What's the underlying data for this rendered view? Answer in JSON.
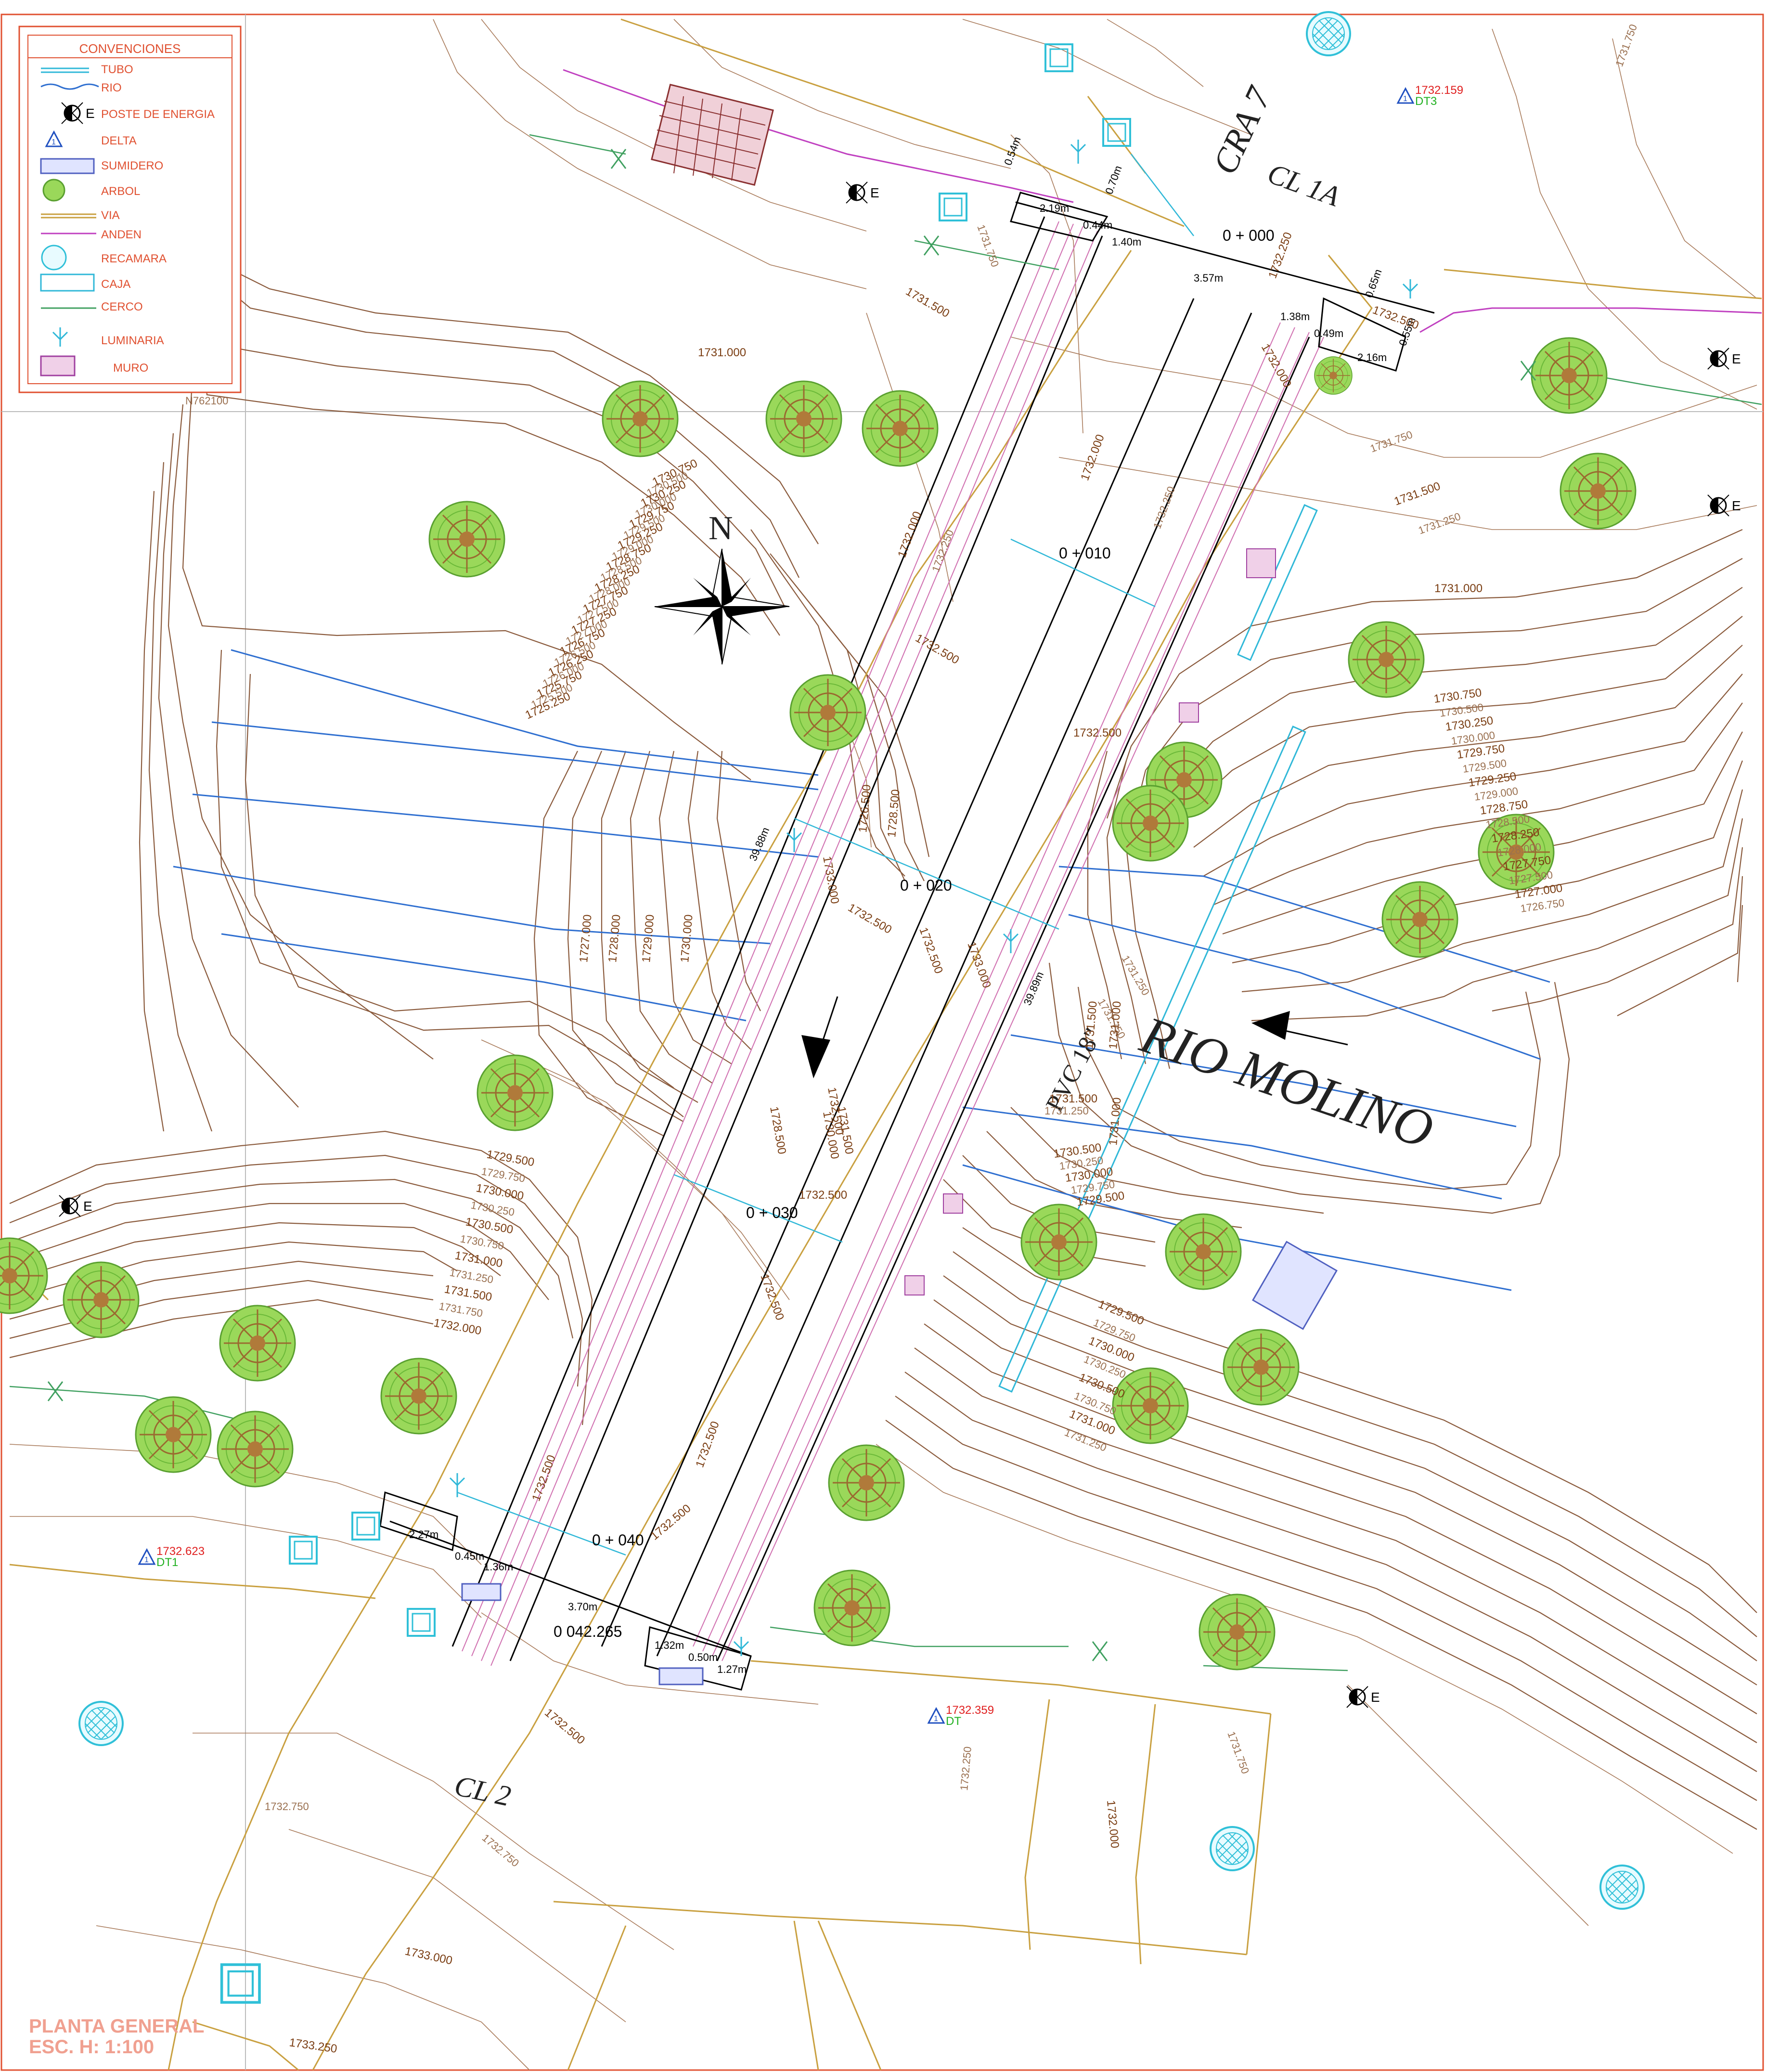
{
  "legend": {
    "title": "CONVENCIONES",
    "items": [
      {
        "icon": "tubo-line",
        "label": "TUBO"
      },
      {
        "icon": "rio-line",
        "label": "RIO"
      },
      {
        "icon": "energy-pole-icon",
        "label": "POSTE DE ENERGIA"
      },
      {
        "icon": "delta-icon",
        "label": "DELTA"
      },
      {
        "icon": "sumidero-icon",
        "label": "SUMIDERO"
      },
      {
        "icon": "tree-icon",
        "label": "ARBOL"
      },
      {
        "icon": "via-line",
        "label": "VIA"
      },
      {
        "icon": "anden-line",
        "label": "ANDEN"
      },
      {
        "icon": "recamara-icon",
        "label": "RECAMARA"
      },
      {
        "icon": "caja-icon",
        "label": "CAJA"
      },
      {
        "icon": "cerco-line",
        "label": "CERCO"
      },
      {
        "icon": "luminaria-icon",
        "label": "LUMINARIA"
      },
      {
        "icon": "muro-icon",
        "label": "MURO"
      }
    ]
  },
  "grid": {
    "north_label": "N762100"
  },
  "streets": {
    "cra7": "CRA 7",
    "cl1a": "CL 1A",
    "cl2": "CL 2"
  },
  "river": {
    "name": "RIO MOLINO",
    "pipe": "PVC 18\""
  },
  "north": "N",
  "deltas": [
    {
      "elev": "1732.159",
      "id": "DT3"
    },
    {
      "elev": "1732.623",
      "id": "DT1"
    },
    {
      "elev": "1732.359",
      "id": "DT"
    }
  ],
  "stations": [
    "0 + 000",
    "0 + 010",
    "0 + 020",
    "0 + 030",
    "0 + 040",
    "0   042.265"
  ],
  "dims": {
    "top": [
      "0.54m",
      "2.19m",
      "0.70m",
      "0.44m",
      "1.40m",
      "3.57m",
      "1.38m",
      "0.49m",
      "2.16m",
      "0.55m",
      "0.65m"
    ],
    "bottom": [
      "2.27m",
      "0.45m",
      "1.36m",
      "3.70m",
      "1.32m",
      "0.50m",
      "1.27m"
    ],
    "length_left": "39.88m",
    "length_right": "39.89m"
  },
  "contour_labels_west": [
    "1730.750",
    "1730.500",
    "1730.250",
    "1730.000",
    "1729.750",
    "1729.500",
    "1729.250",
    "1729.000",
    "1728.750",
    "1728.500",
    "1728.250",
    "1728.000",
    "1727.750",
    "1727.500",
    "1727.250",
    "1727.000",
    "1726.750",
    "1726.500",
    "1726.250",
    "1726.000",
    "1725.750",
    "1725.500",
    "1725.250"
  ],
  "contour_labels_east": [
    "1730.750",
    "1730.500",
    "1730.250",
    "1730.000",
    "1729.750",
    "1729.500",
    "1729.250",
    "1729.000",
    "1728.750",
    "1728.500",
    "1728.250",
    "1728.000",
    "1727.750",
    "1727.500",
    "1727.000",
    "1726.750"
  ],
  "contour_labels_sw": [
    "1729.500",
    "1729.750",
    "1730.000",
    "1730.250",
    "1730.500",
    "1730.750",
    "1731.000",
    "1731.250",
    "1731.500",
    "1731.750",
    "1732.000"
  ],
  "contour_labels_se": [
    "1730.500",
    "1730.250",
    "1730.000",
    "1729.750",
    "1729.500"
  ],
  "contour_labels_se2": [
    "1729.500",
    "1729.750",
    "1730.000",
    "1730.250",
    "1730.500",
    "1730.750",
    "1731.000",
    "1731.250"
  ],
  "misc_labels": {
    "l1731000": "1731.000",
    "l1731500": "1731.500",
    "l1731750": "1731.750",
    "l1732000": "1732.000",
    "l1732250": "1732.250",
    "l1732500": "1732.500",
    "l1733000": "1733.000",
    "l1733250": "1733.250",
    "l1732750": "1732.750",
    "l1726500": "1726.500",
    "l1728500": "1728.500",
    "l1727000": "1727.000",
    "l1728000": "1728.000",
    "l1729000": "1729.000",
    "l1730000": "1730.000",
    "l1731250": "1731.250"
  },
  "title_block": {
    "line1": "PLANTA GENERAL",
    "line2": "ESC. H: 1:100"
  },
  "colors": {
    "frame": "#e05030",
    "contour": "#8a5a3c",
    "river": "#2f6fd0",
    "via": "#c9a040",
    "anden": "#c040c0",
    "tree": "#8fd14f",
    "title": "#f0a090",
    "delta_elev": "#e02020",
    "delta_id": "#20b020"
  }
}
